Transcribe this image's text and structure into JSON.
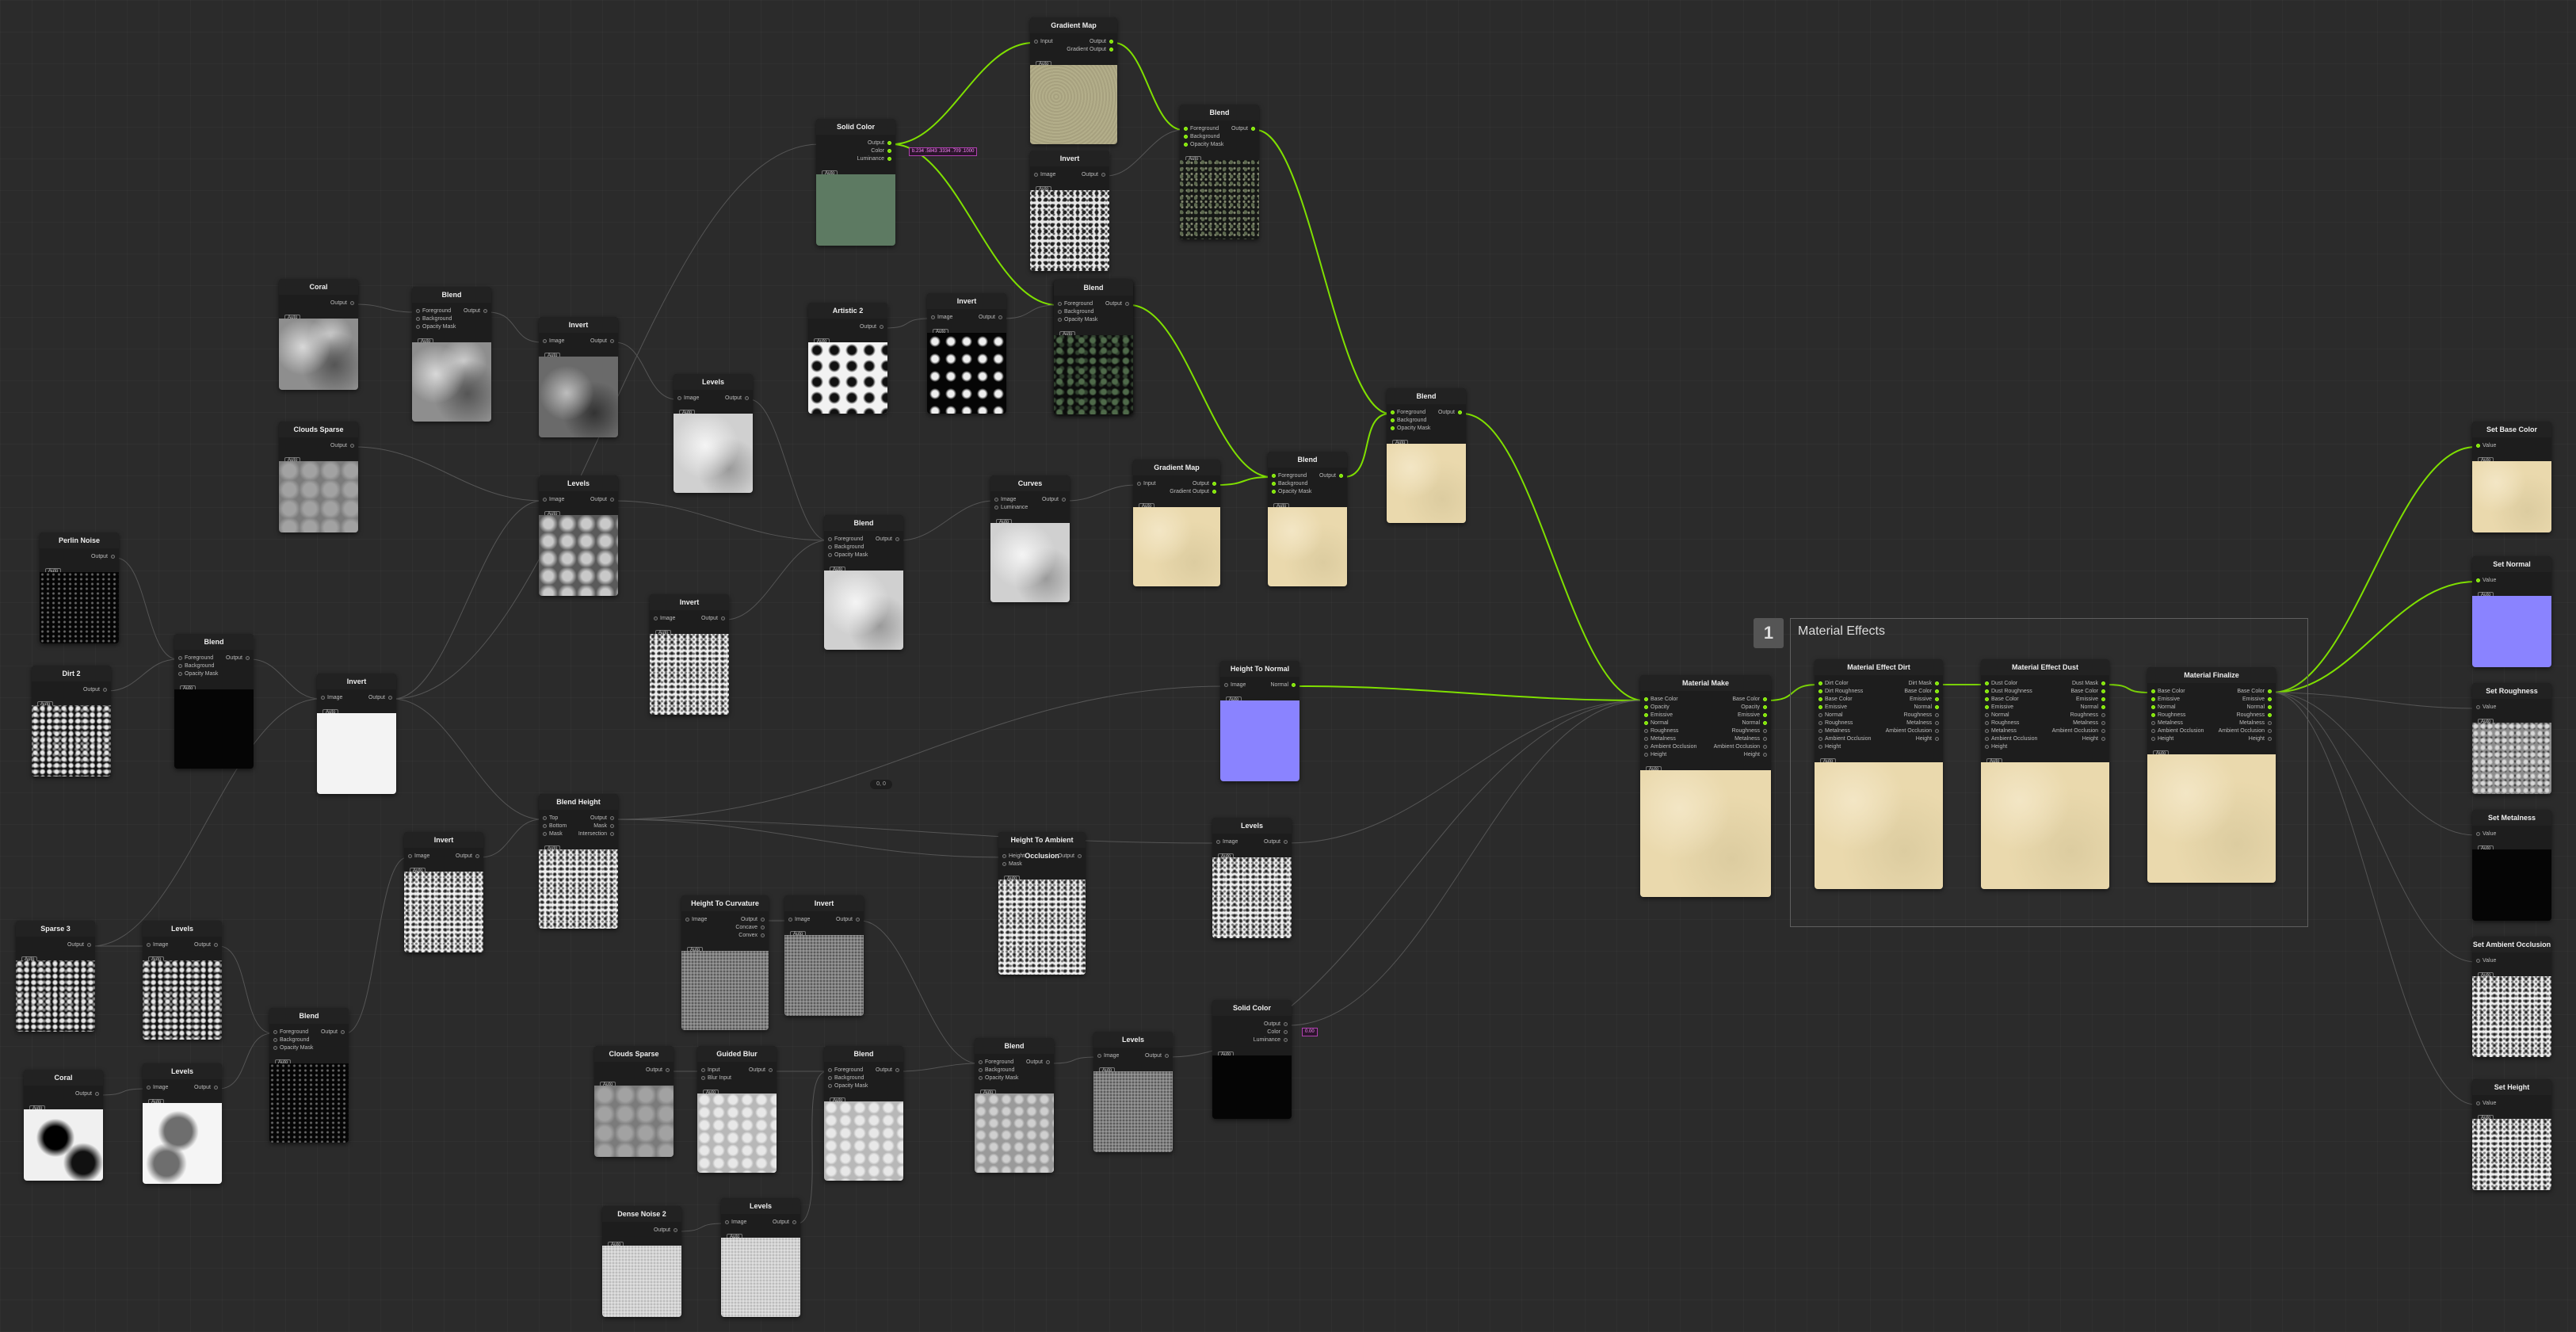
{
  "colors": {
    "background": "#2b2b2b",
    "node": "#1d1d1d",
    "active_wire": "#7fe000",
    "wire": "#555555",
    "frame_border": "#5f5f5f"
  },
  "frame": {
    "number": "1",
    "title": "Material Effects"
  },
  "labels": {
    "button": "Auto",
    "hex_tag": "b.234 .5843 .3334 .709 .1000",
    "value_tag": "0.00",
    "reroute": "0, 0"
  },
  "nodes": [
    {
      "title": "Gradient Map",
      "in": [
        "Input"
      ],
      "out": [
        "Output",
        "Gradient Output"
      ],
      "thumb": "ochre"
    },
    {
      "title": "Blend",
      "in": [
        "Foreground",
        "Background",
        "Opacity Mask"
      ],
      "out": [
        "Output"
      ],
      "thumb": "dark-speckle"
    },
    {
      "title": "Solid Color",
      "in": [],
      "out": [
        "Output",
        "Color",
        "Luminance"
      ],
      "thumb": "green"
    },
    {
      "title": "Invert",
      "in": [
        "Image"
      ],
      "out": [
        "Output"
      ],
      "thumb": "speckle"
    },
    {
      "title": "Blend",
      "in": [
        "Foreground",
        "Background",
        "Opacity Mask"
      ],
      "out": [
        "Output"
      ],
      "thumb": "dark-green"
    },
    {
      "title": "Coral",
      "in": [],
      "out": [
        "Output"
      ],
      "thumb": "clouds"
    },
    {
      "title": "Blend",
      "in": [
        "Foreground",
        "Background",
        "Opacity Mask"
      ],
      "out": [
        "Output"
      ],
      "thumb": "clouds"
    },
    {
      "title": "Invert",
      "in": [
        "Image"
      ],
      "out": [
        "Output"
      ],
      "thumb": "clouds-dark"
    },
    {
      "title": "Levels",
      "in": [
        "Image"
      ],
      "out": [
        "Output"
      ],
      "thumb": "clouds-light"
    },
    {
      "title": "Artistic 2",
      "in": [],
      "out": [
        "Output"
      ],
      "thumb": "splat-white"
    },
    {
      "title": "Invert",
      "in": [
        "Image"
      ],
      "out": [
        "Output"
      ],
      "thumb": "splat-black"
    },
    {
      "title": "Blend",
      "in": [
        "Foreground",
        "Background",
        "Opacity Mask"
      ],
      "out": [
        "Output"
      ],
      "thumb": "dark-green"
    },
    {
      "title": "Clouds Sparse",
      "in": [],
      "out": [
        "Output"
      ],
      "thumb": "clouds-soft"
    },
    {
      "title": "Levels",
      "in": [
        "Image"
      ],
      "out": [
        "Output"
      ],
      "thumb": "cells"
    },
    {
      "title": "Perlin Noise",
      "in": [],
      "out": [
        "Output"
      ],
      "thumb": "black-noise"
    },
    {
      "title": "Dirt 2",
      "in": [],
      "out": [
        "Output"
      ],
      "thumb": "dirt"
    },
    {
      "title": "Blend",
      "in": [
        "Foreground",
        "Background",
        "Opacity Mask"
      ],
      "out": [
        "Output"
      ],
      "thumb": "black"
    },
    {
      "title": "Invert",
      "in": [
        "Image"
      ],
      "out": [
        "Output"
      ],
      "thumb": "white"
    },
    {
      "title": "Invert",
      "in": [
        "Image"
      ],
      "out": [
        "Output"
      ],
      "thumb": "white-speckle"
    },
    {
      "title": "Blend",
      "in": [
        "Foreground",
        "Background",
        "Opacity Mask"
      ],
      "out": [
        "Output"
      ],
      "thumb": "clouds-light"
    },
    {
      "title": "Curves",
      "in": [
        "Image",
        "Luminance"
      ],
      "out": [
        "Output"
      ],
      "thumb": "clouds-light"
    },
    {
      "title": "Gradient Map",
      "in": [
        "Input"
      ],
      "out": [
        "Output",
        "Gradient Output"
      ],
      "thumb": "cream"
    },
    {
      "title": "Blend",
      "in": [
        "Foreground",
        "Background",
        "Opacity Mask"
      ],
      "out": [
        "Output"
      ],
      "thumb": "cream"
    },
    {
      "title": "Blend",
      "in": [
        "Foreground",
        "Background",
        "Opacity Mask"
      ],
      "out": [
        "Output"
      ],
      "thumb": "cream"
    },
    {
      "title": "Height To Normal",
      "in": [
        "Image"
      ],
      "out": [
        "Normal"
      ],
      "thumb": "normal"
    },
    {
      "title": "Blend Height",
      "in": [
        "Top",
        "Bottom",
        "Mask"
      ],
      "out": [
        "Output",
        "Mask",
        "Intersection"
      ],
      "thumb": "white-speckle"
    },
    {
      "title": "Invert",
      "in": [
        "Image"
      ],
      "out": [
        "Output"
      ],
      "thumb": "white-speckle"
    },
    {
      "title": "Sparse 3",
      "in": [],
      "out": [
        "Output"
      ],
      "thumb": "dirt"
    },
    {
      "title": "Levels",
      "in": [
        "Image"
      ],
      "out": [
        "Output"
      ],
      "thumb": "dirt"
    },
    {
      "title": "Blend",
      "in": [
        "Foreground",
        "Background",
        "Opacity Mask"
      ],
      "out": [
        "Output"
      ],
      "thumb": "black-noise"
    },
    {
      "title": "Coral",
      "in": [],
      "out": [
        "Output"
      ],
      "thumb": "coral-bw"
    },
    {
      "title": "Levels",
      "in": [
        "Image"
      ],
      "out": [
        "Output"
      ],
      "thumb": "coral-bw2"
    },
    {
      "title": "Height To Curvature",
      "in": [
        "Image"
      ],
      "out": [
        "Output",
        "Concave",
        "Convex"
      ],
      "thumb": "gray-noise"
    },
    {
      "title": "Invert",
      "in": [
        "Image"
      ],
      "out": [
        "Output"
      ],
      "thumb": "gray-noise"
    },
    {
      "title": "Height To Ambient Occlusion",
      "in": [
        "Height",
        "Mask"
      ],
      "out": [
        "Output"
      ],
      "thumb": "white-speckle"
    },
    {
      "title": "Levels",
      "in": [
        "Image"
      ],
      "out": [
        "Output"
      ],
      "thumb": "white-speckle"
    },
    {
      "title": "Solid Color",
      "in": [],
      "out": [
        "Output",
        "Color",
        "Luminance"
      ],
      "thumb": "black"
    },
    {
      "title": "Clouds Sparse",
      "in": [],
      "out": [
        "Output"
      ],
      "thumb": "clouds-soft"
    },
    {
      "title": "Guided Blur",
      "in": [
        "Input",
        "Blur Input"
      ],
      "out": [
        "Output"
      ],
      "thumb": "gray-light"
    },
    {
      "title": "Blend",
      "in": [
        "Foreground",
        "Background",
        "Opacity Mask"
      ],
      "out": [
        "Output"
      ],
      "thumb": "gray-light"
    },
    {
      "title": "Blend",
      "in": [
        "Foreground",
        "Background",
        "Opacity Mask"
      ],
      "out": [
        "Output"
      ],
      "thumb": "gray-mid"
    },
    {
      "title": "Levels",
      "in": [
        "Image"
      ],
      "out": [
        "Output"
      ],
      "thumb": "gray-noise"
    },
    {
      "title": "Dense Noise 2",
      "in": [],
      "out": [
        "Output"
      ],
      "thumb": "gray-fine"
    },
    {
      "title": "Levels",
      "in": [
        "Image"
      ],
      "out": [
        "Output"
      ],
      "thumb": "gray-fine"
    },
    {
      "title": "Material Make",
      "in": [
        "Base Color",
        "Opacity",
        "Emissive",
        "Normal",
        "Roughness",
        "Metalness",
        "Ambient Occlusion",
        "Height"
      ],
      "out": [
        "Base Color",
        "Opacity",
        "Emissive",
        "Normal",
        "Roughness",
        "Metalness",
        "Ambient Occlusion",
        "Height"
      ],
      "thumb": "cream"
    },
    {
      "title": "Material Effect Dirt",
      "in": [
        "Dirt Color",
        "Dirt Roughness",
        "Base Color",
        "Emissive",
        "Normal",
        "Roughness",
        "Metalness",
        "Ambient Occlusion",
        "Height"
      ],
      "out": [
        "Dirt Mask",
        "Base Color",
        "Emissive",
        "Normal",
        "Roughness",
        "Metalness",
        "Ambient Occlusion",
        "Height"
      ],
      "thumb": "cream"
    },
    {
      "title": "Material Effect Dust",
      "in": [
        "Dust Color",
        "Dust Roughness",
        "Base Color",
        "Emissive",
        "Normal",
        "Roughness",
        "Metalness",
        "Ambient Occlusion",
        "Height"
      ],
      "out": [
        "Dust Mask",
        "Base Color",
        "Emissive",
        "Normal",
        "Roughness",
        "Metalness",
        "Ambient Occlusion",
        "Height"
      ],
      "thumb": "cream"
    },
    {
      "title": "Material Finalize",
      "in": [
        "Base Color",
        "Emissive",
        "Normal",
        "Roughness",
        "Metalness",
        "Ambient Occlusion",
        "Height"
      ],
      "out": [
        "Base Color",
        "Emissive",
        "Normal",
        "Roughness",
        "Metalness",
        "Ambient Occlusion",
        "Height"
      ],
      "thumb": "cream"
    },
    {
      "title": "Set Base Color",
      "in": [
        "Value"
      ],
      "out": [],
      "thumb": "cream"
    },
    {
      "title": "Set Normal",
      "in": [
        "Value"
      ],
      "out": [],
      "thumb": "normal"
    },
    {
      "title": "Set Roughness",
      "in": [
        "Value"
      ],
      "out": [],
      "thumb": "rough"
    },
    {
      "title": "Set Metalness",
      "in": [
        "Value"
      ],
      "out": [],
      "thumb": "black"
    },
    {
      "title": "Set Ambient Occlusion",
      "in": [
        "Value"
      ],
      "out": [],
      "thumb": "white-speckle"
    },
    {
      "title": "Set Height",
      "in": [
        "Value"
      ],
      "out": [],
      "thumb": "white-speckle"
    }
  ]
}
